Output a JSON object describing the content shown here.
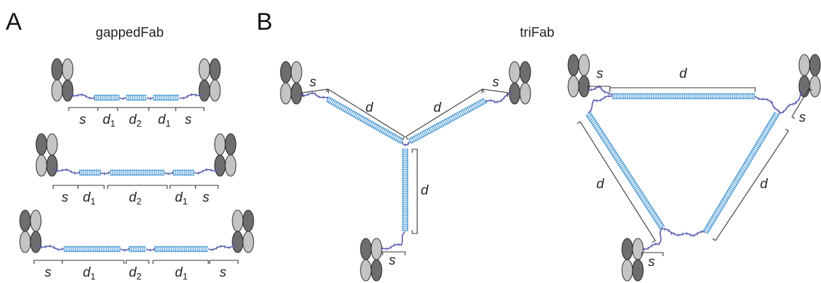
{
  "panels": {
    "a": {
      "letter": "A",
      "title": "gappedFab"
    },
    "b": {
      "letter": "B",
      "title": "triFab"
    }
  },
  "labels": {
    "s": "s",
    "d": "d",
    "d_base": "d",
    "sub_1": "1",
    "sub_2": "2"
  },
  "colors": {
    "dna": "#66aee0",
    "linker": "#5a5fb0",
    "fab_light": "#c4c4c4",
    "fab_dark": "#6e6e6e"
  }
}
